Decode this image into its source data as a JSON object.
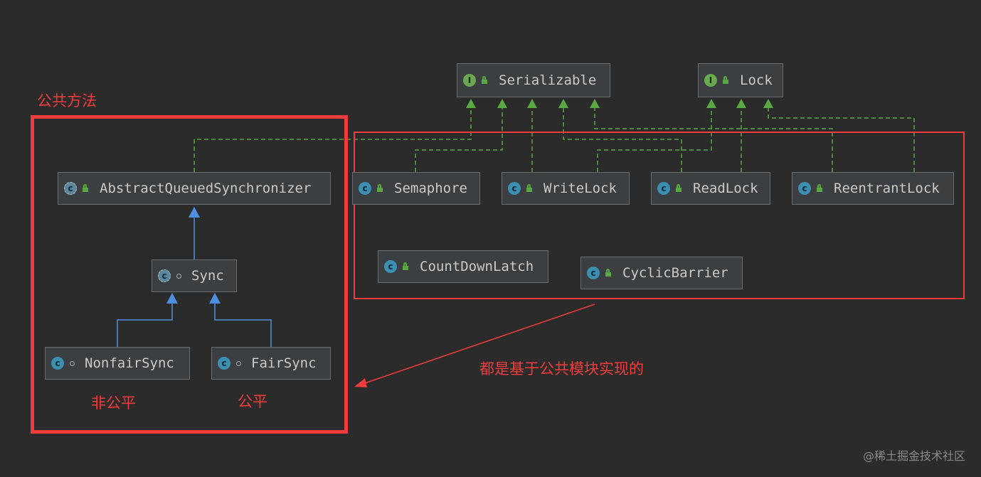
{
  "annotations": {
    "public_methods": "公共方法",
    "nonfair": "非公平",
    "fair": "公平",
    "based_on_public": "都是基于公共模块实现的"
  },
  "watermark": "@稀土掘金技术社区",
  "icon_letters": {
    "interface": "I",
    "class": "c"
  },
  "nodes": {
    "serializable": "Serializable",
    "lock": "Lock",
    "aqs": "AbstractQueuedSynchronizer",
    "semaphore": "Semaphore",
    "writelock": "WriteLock",
    "readlock": "ReadLock",
    "reentrantlock": "ReentrantLock",
    "countdownlatch": "CountDownLatch",
    "cyclicbarrier": "CyclicBarrier",
    "sync": "Sync",
    "nonfairsync": "NonfairSync",
    "fairsync": "FairSync"
  },
  "colors": {
    "background": "#2b2b2b",
    "node_fill": "#3c3f41",
    "highlight_red": "#f03c3c",
    "implements_green": "#5aa842",
    "extends_blue": "#4f8fe0"
  }
}
